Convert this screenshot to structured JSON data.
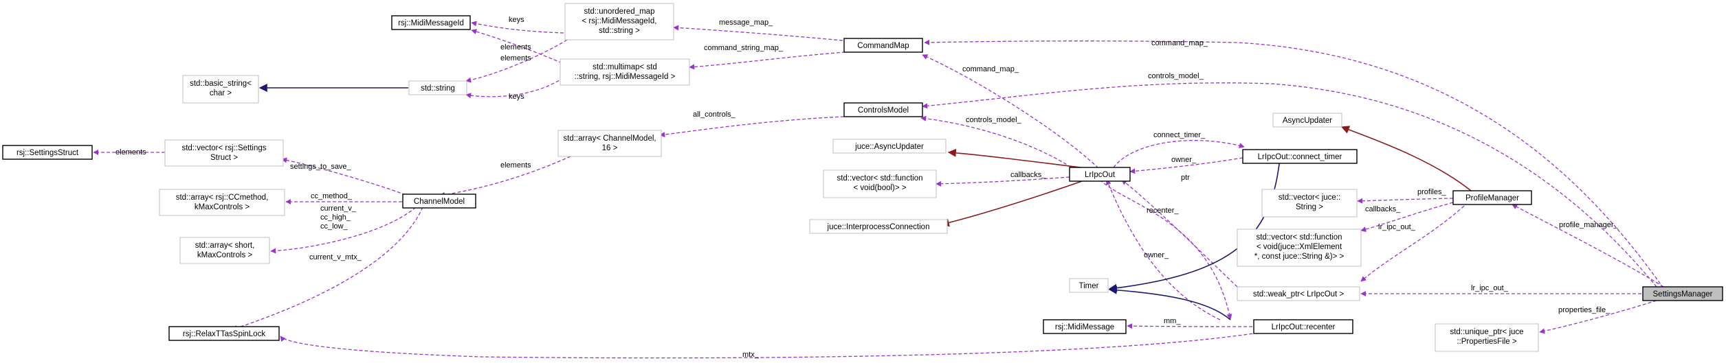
{
  "colors": {
    "usage_edge": "#9a32cd",
    "inheritance_edge": "#191970",
    "private_inheritance_edge": "#8b1a1a",
    "node_border_documented": "#000000",
    "node_border_external": "#bfbfbf",
    "root_node_fill": "#bfbfbf"
  },
  "nodes": {
    "midi_message_id": [
      "rsj::MidiMessageId"
    ],
    "unordered_map": [
      "std::unordered_map",
      "< rsj::MidiMessageId,",
      "std::string >"
    ],
    "command_map": [
      "CommandMap"
    ],
    "std_string": [
      "std::string"
    ],
    "multimap": [
      "std::multimap< std",
      "::string, rsj::MidiMessageId >"
    ],
    "basic_string": [
      "std::basic_string<",
      "char >"
    ],
    "settings_struct": [
      "rsj::SettingsStruct"
    ],
    "vector_settings": [
      "std::vector< rsj::Settings",
      "Struct >"
    ],
    "array_channel": [
      "std::array< ChannelModel,",
      "16 >"
    ],
    "controls_model": [
      "ControlsModel"
    ],
    "async_updater_juce": [
      "juce::AsyncUpdater"
    ],
    "vector_function_bool": [
      "std::vector< std::function",
      "< void(bool)> >"
    ],
    "lrpcout": [
      "LrIpcOut"
    ],
    "interprocess": [
      "juce::InterprocessConnection"
    ],
    "connect_timer": [
      "LrIpcOut::connect_timer"
    ],
    "async_updater": [
      "AsyncUpdater"
    ],
    "vector_juce_string": [
      "std::vector< juce::",
      "String >"
    ],
    "profile_manager": [
      "ProfileManager"
    ],
    "vector_function_xml": [
      "std::vector< std::function",
      "< void(juce::XmlElement",
      " *, const juce::String &)> >"
    ],
    "weak_ptr": [
      "std::weak_ptr< LrIpcOut >"
    ],
    "settings_manager": [
      "SettingsManager"
    ],
    "array_ccmethod": [
      "std::array< rsj::CCmethod,",
      "kMaxControls >"
    ],
    "channel_model": [
      "ChannelModel"
    ],
    "array_short": [
      "std::array< short,",
      "kMaxControls >"
    ],
    "spin_lock": [
      "rsj::RelaxTTasSpinLock"
    ],
    "timer": [
      "Timer"
    ],
    "midi_message": [
      "rsj::MidiMessage"
    ],
    "recenter": [
      "LrIpcOut::recenter"
    ],
    "unique_ptr": [
      "std::unique_ptr< juce",
      "::PropertiesFile >"
    ]
  },
  "edge_labels": {
    "keys_1": "keys",
    "elements_1": "elements",
    "elements_2": "elements",
    "keys_2": "keys",
    "message_map": "message_map_",
    "command_string_map": "command_string_map_",
    "command_map_1": "command_map_",
    "command_map_2": "command_map_",
    "controls_model_1": "controls_model_",
    "controls_model_2": "controls_model_",
    "elements_3": "elements",
    "settings_to_save": "settings_to_save_",
    "all_controls": "all_controls_",
    "elements_4": "elements",
    "cc_method": "cc_method_",
    "current_v_cc_high_cc_low": [
      "current_v_",
      "cc_high_",
      "cc_low_"
    ],
    "current_v_mtx": "current_v_mtx_",
    "connect_timer": "connect_timer_",
    "owner_1": "owner_",
    "callbacks_1": "callbacks_",
    "ptr": "ptr",
    "recenter": "recenter_",
    "owner_2": "owner_",
    "profiles": "profiles_",
    "callbacks_2": "callbacks_",
    "lr_ipc_out_1": "lr_ipc_out_",
    "lr_ipc_out_2": "lr_ipc_out_",
    "profile_manager": "profile_manager_",
    "properties_file": "properties_file_",
    "mm": "mm_",
    "mtx": "mtx_"
  }
}
